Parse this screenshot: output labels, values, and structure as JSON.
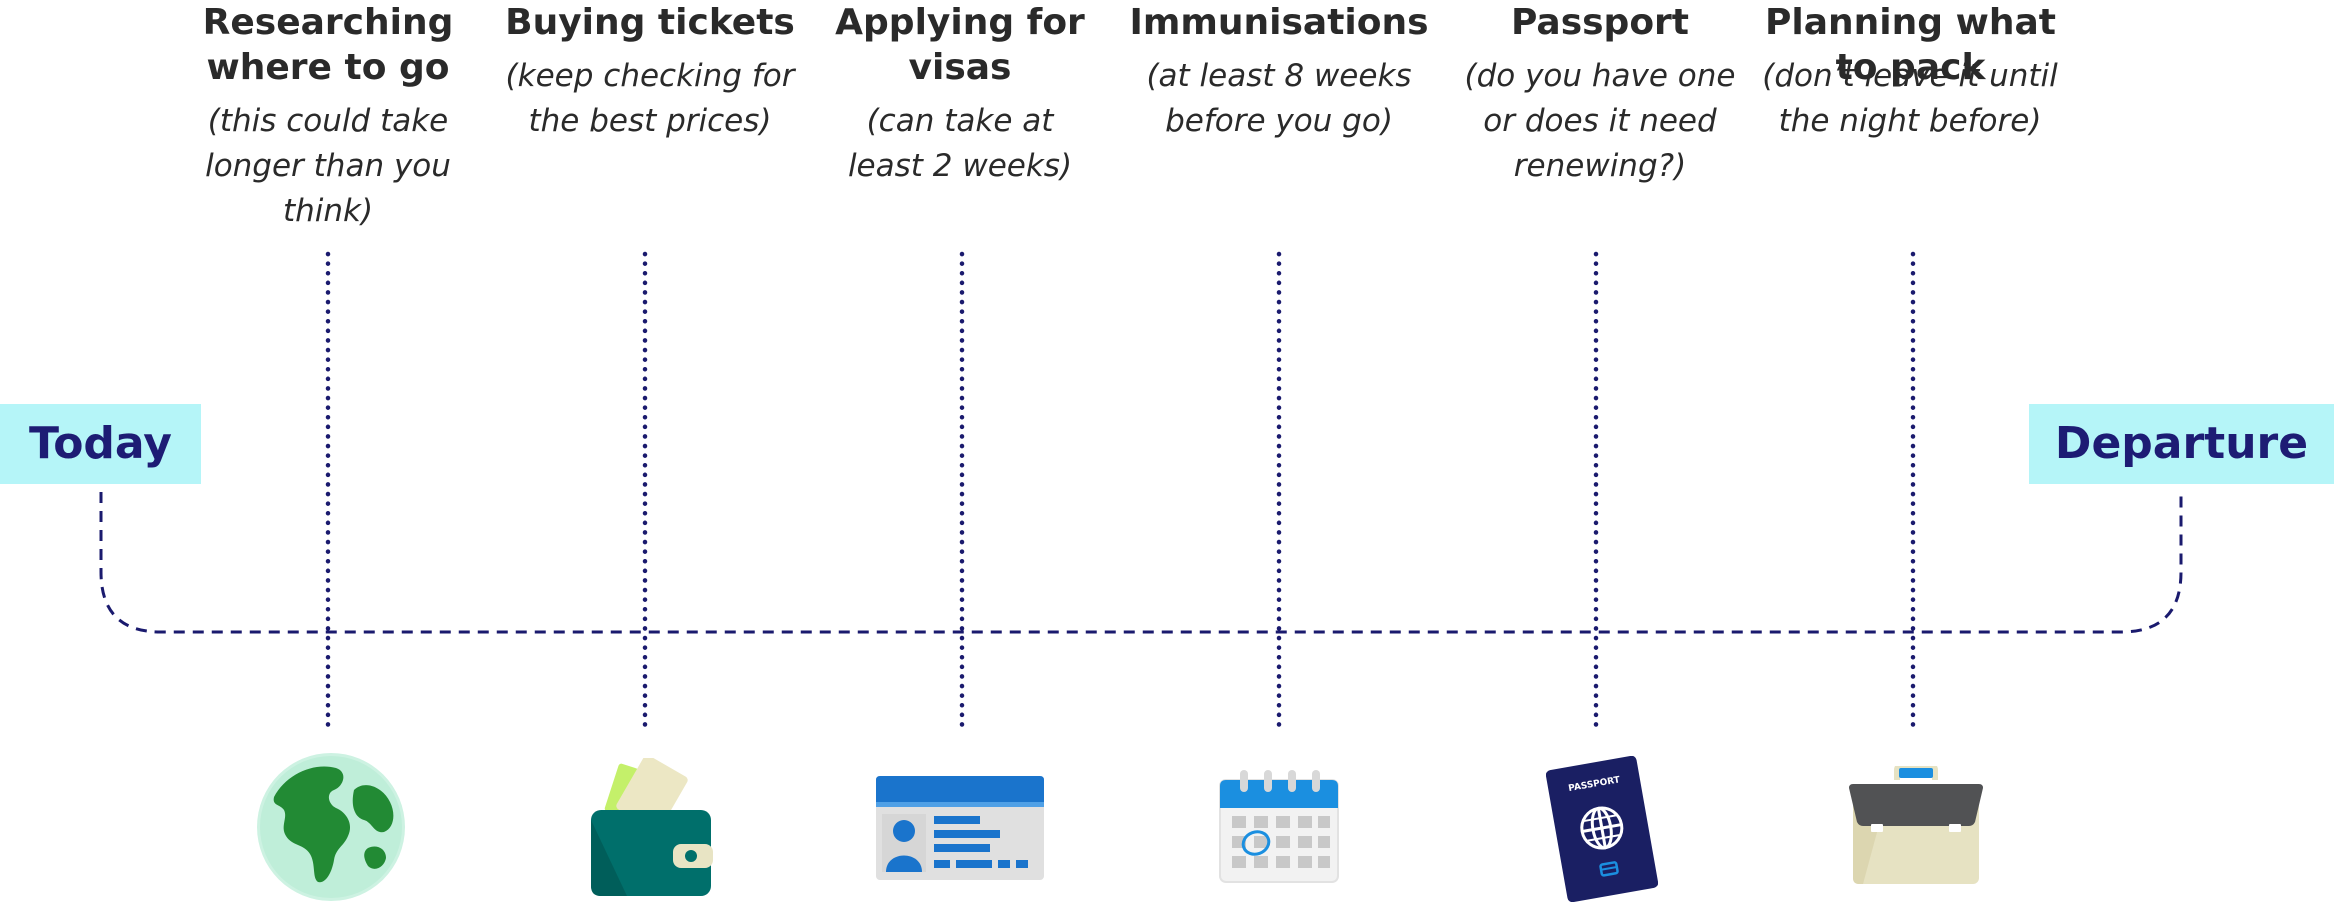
{
  "start_label": "Today",
  "end_label": "Departure",
  "steps": [
    {
      "title": "Researching where to go",
      "note": "(this could take longer than you think)",
      "icon": "globe-icon"
    },
    {
      "title": "Buying tickets",
      "note": "(keep checking for the best prices)",
      "icon": "wallet-icon"
    },
    {
      "title": "Applying for visas",
      "note": "(can take at least 2 weeks)",
      "icon": "id-card-icon"
    },
    {
      "title": "Immunisations",
      "note": "(at least 8 weeks before you go)",
      "icon": "calendar-icon"
    },
    {
      "title": "Passport",
      "note": "(do you have one or does it need renewing?)",
      "icon": "passport-icon"
    },
    {
      "title": "Planning what to pack",
      "note": "(don’t leave it until the night before)",
      "icon": "briefcase-icon"
    }
  ],
  "passport_text": "PASSPORT",
  "colors": {
    "navy": "#1d1c74",
    "label_bg": "#b5f5f8",
    "line": "#1a1a6e"
  }
}
